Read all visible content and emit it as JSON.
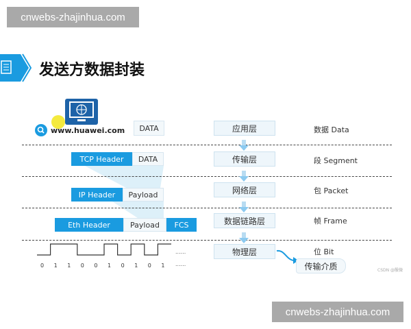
{
  "watermarks": [
    "cnwebs-zhajinhua.com",
    "cnwebs-zhajinhua.com"
  ],
  "title": "发送方数据封装",
  "url": "www.huawei.com",
  "encapsulation": {
    "app": [
      "DATA"
    ],
    "transport": [
      "TCP Header",
      "DATA"
    ],
    "network": [
      "IP Header",
      "Payload"
    ],
    "datalink": [
      "Eth Header",
      "Payload",
      "FCS"
    ]
  },
  "layers": [
    "应用层",
    "传输层",
    "网络层",
    "数据链路层",
    "物理层"
  ],
  "pdus": [
    "数据 Data",
    "段 Segment",
    "包 Packet",
    "帧 Frame",
    "位 Bit"
  ],
  "bits": [
    "0",
    "1",
    "1",
    "0",
    "0",
    "1",
    "0",
    "1",
    "0",
    "1"
  ],
  "ellipsis": "......",
  "medium": "传输介质",
  "credit": "CSDN @殷微",
  "colors": {
    "accent": "#1a9be0",
    "watermark": "#a9a9a9"
  }
}
